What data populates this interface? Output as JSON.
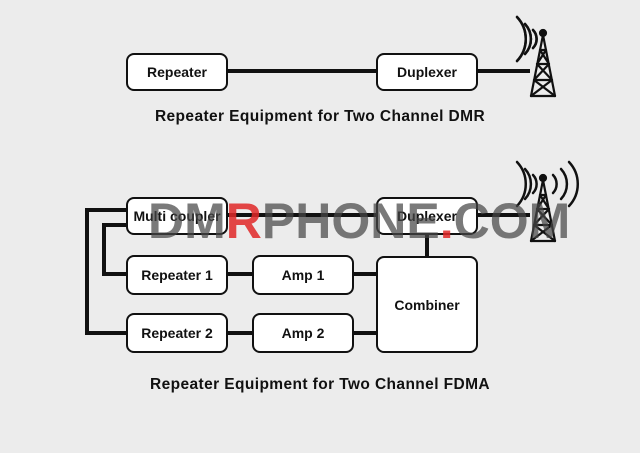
{
  "dmr": {
    "repeater": "Repeater",
    "duplexer": "Duplexer",
    "caption": "Repeater Equipment for Two Channel DMR"
  },
  "fdma": {
    "multicoupler": "Multi coupler",
    "duplexer": "Duplexer",
    "repeater1": "Repeater 1",
    "amp1": "Amp 1",
    "repeater2": "Repeater 2",
    "amp2": "Amp 2",
    "combiner": "Combiner",
    "caption": "Repeater Equipment for Two Channel FDMA"
  },
  "watermark": {
    "part1": "DM",
    "part2": "R",
    "part3": "P",
    "part4": "HONE",
    "part5": ".",
    "part6": "COM"
  },
  "colors": {
    "line": "#111111",
    "box_fill": "#ffffff",
    "background": "#ececec",
    "watermark_accent": "#e12828"
  },
  "icons": [
    "antenna-tower-icon",
    "antenna-tower-icon"
  ]
}
